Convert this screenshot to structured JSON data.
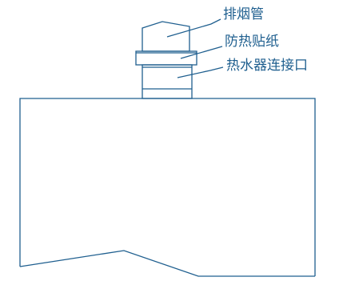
{
  "labels": {
    "exhaust_pipe": "排烟管",
    "heat_sticker": "防热贴纸",
    "heater_connector": "热水器连接口"
  },
  "colors": {
    "line": "#1f5f8f",
    "text": "#1f5f8f",
    "background": "#ffffff"
  }
}
